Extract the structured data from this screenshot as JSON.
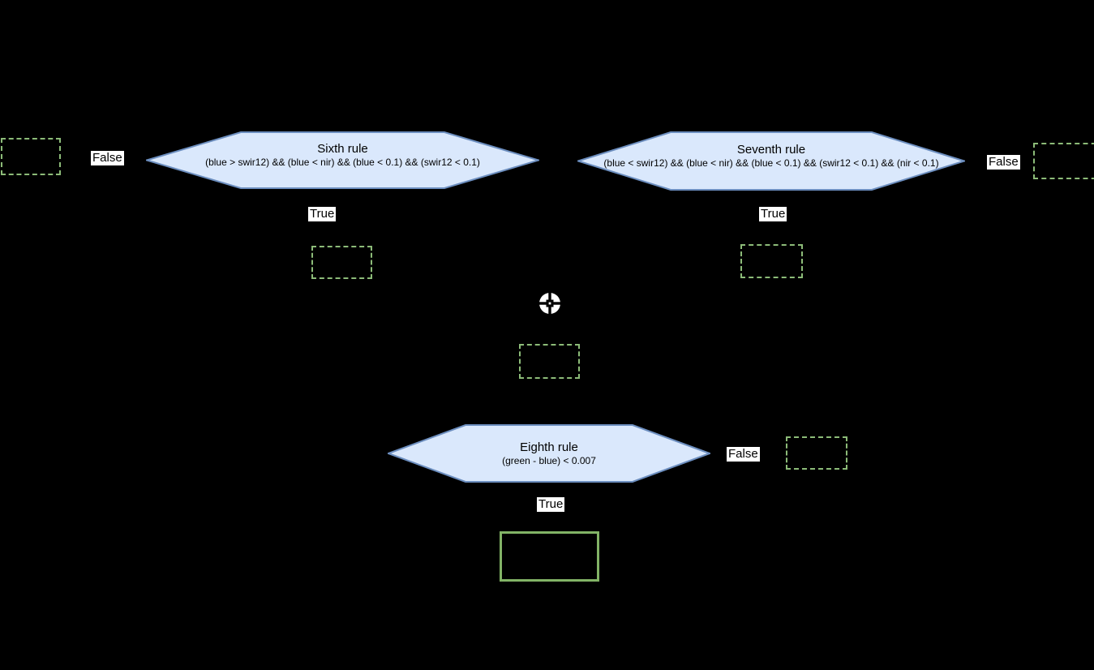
{
  "diagram": {
    "type": "decision-tree-flowchart",
    "background_color": "#000000",
    "palette": {
      "node_fill": "#dae8fc",
      "node_stroke": "#6c8ebf",
      "placeholder_stroke": "#8cbb78",
      "result_stroke": "#82b366",
      "label_bg": "#ffffff",
      "label_text": "#000000"
    },
    "nodes": [
      {
        "id": "sixth-rule",
        "title": "Sixth rule",
        "condition": "(blue > swir12) && (blue < nir) && (blue < 0.1) && (swir12 < 0.1)"
      },
      {
        "id": "seventh-rule",
        "title": "Seventh rule",
        "condition": "(blue < swir12) && (blue < nir) && (blue < 0.1) && (swir12 < 0.1) && (nir < 0.1)"
      },
      {
        "id": "eighth-rule",
        "title": "Eighth rule",
        "condition": "(green - blue) < 0.007"
      }
    ],
    "edge_labels": [
      {
        "id": "sixth-false",
        "text": "False"
      },
      {
        "id": "sixth-true",
        "text": "True"
      },
      {
        "id": "seventh-true",
        "text": "True"
      },
      {
        "id": "seventh-false",
        "text": "False"
      },
      {
        "id": "eighth-false",
        "text": "False"
      },
      {
        "id": "eighth-true",
        "text": "True"
      }
    ],
    "icons": [
      {
        "name": "crosshair-icon",
        "color": "#ffffff"
      }
    ],
    "placeholder_boxes": 6,
    "result_boxes": 1
  }
}
